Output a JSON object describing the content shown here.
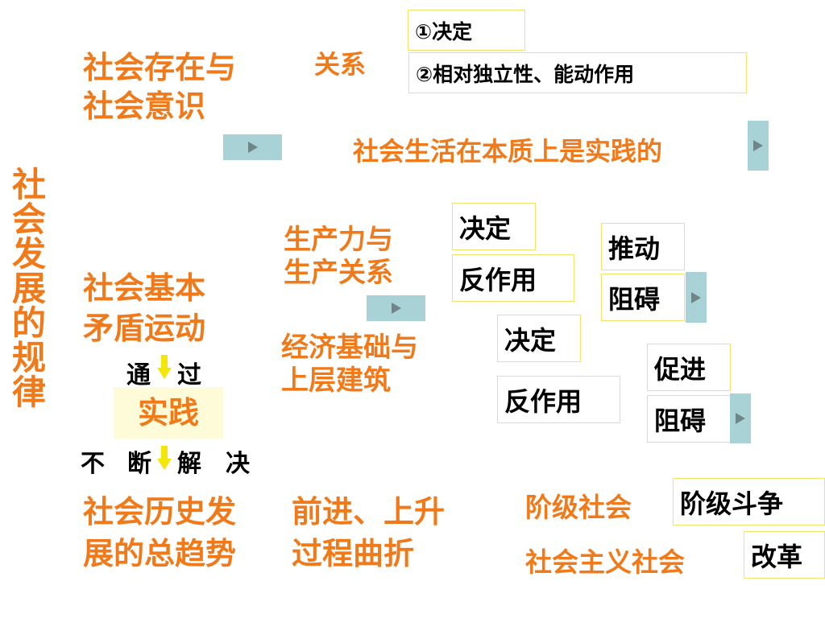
{
  "side_title": [
    "社",
    "会",
    "发",
    "展",
    "的",
    "规",
    "律"
  ],
  "section1": {
    "title": [
      "社会存在与",
      "社会意识"
    ],
    "relation_label": "关系",
    "relation_boxes": [
      "①决定",
      "②相对独立性、能动作用"
    ],
    "practice_note": "社会生活在本质上是实践的"
  },
  "section2": {
    "title": [
      "社会基本",
      "矛盾运动"
    ],
    "pair1": {
      "label": [
        "生产力与",
        "生产关系"
      ],
      "decide": "决定",
      "react": "反作用",
      "push": "推动",
      "hinder": "阻碍"
    },
    "pair2": {
      "label": [
        "经济基础与",
        "上层建筑"
      ],
      "decide": "决定",
      "react": "反作用",
      "promote": "促进",
      "hinder": "阻碍"
    },
    "through": [
      "通",
      "过"
    ],
    "practice": "实践",
    "resolve": [
      "不",
      "断",
      "解",
      "决"
    ]
  },
  "section3": {
    "title": [
      "社会历史发",
      "展的总趋势"
    ],
    "trend": [
      "前进、上升",
      "过程曲折"
    ],
    "class_society": "阶级社会",
    "class_struggle": "阶级斗争",
    "socialist_society": "社会主义社会",
    "reform": "改革"
  },
  "colors": {
    "accent": "#f07a1a",
    "box_border": "#f3e36a",
    "play_bg": "#a9d2d6",
    "arrow": "#f5e60a"
  },
  "icons": {
    "play": "play-icon",
    "arrow": "down-arrow-icon"
  }
}
